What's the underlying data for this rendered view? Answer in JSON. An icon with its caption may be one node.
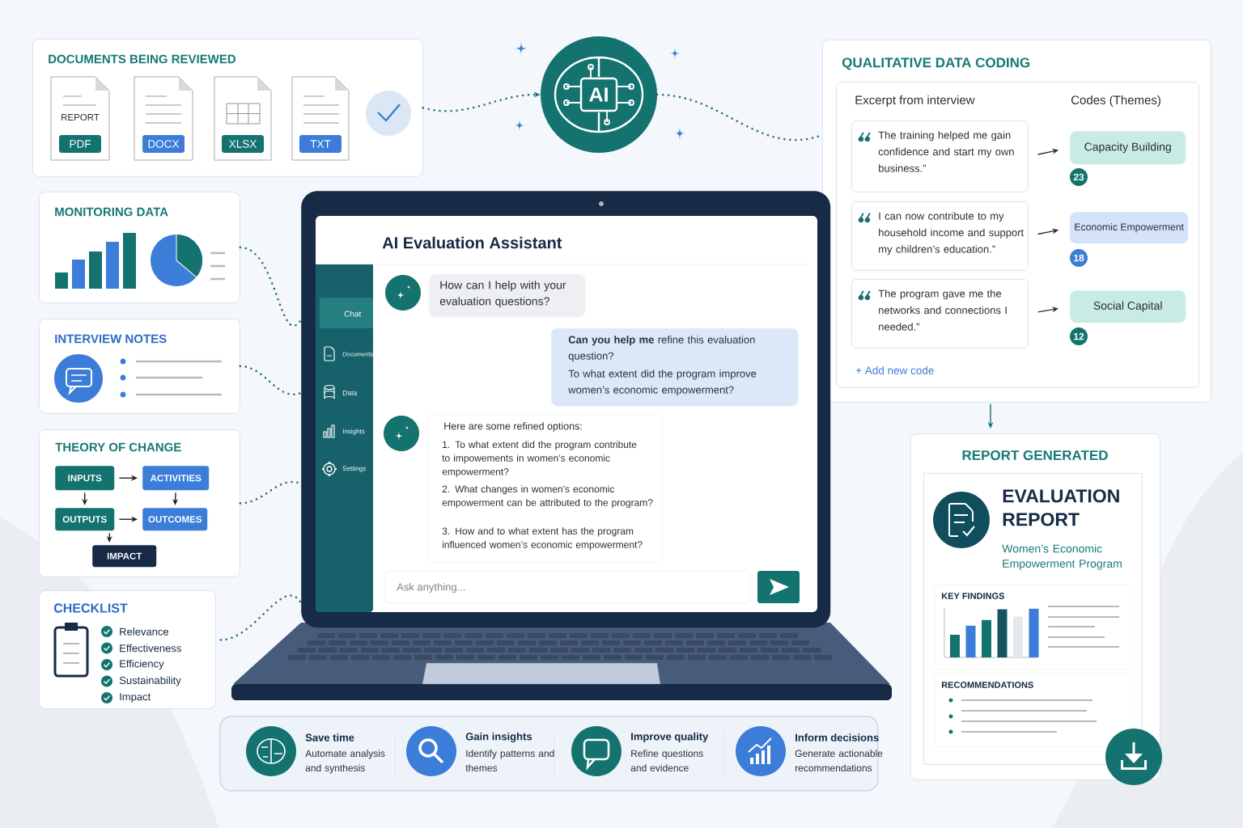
{
  "diagram": {
    "nodes": [
      {
        "text": [
          "DOCUMENTS BEING REVIEWED"
        ]
      },
      {
        "text": [
          "REPORT",
          "PDF"
        ],
        "in": 0
      },
      {
        "text": [
          "DOCX"
        ],
        "in": 0
      },
      {
        "text": [
          "XLSX"
        ],
        "in": 0
      },
      {
        "text": [
          "TXT"
        ],
        "in": 0
      },
      {
        "text": [
          "AI"
        ]
      },
      {
        "text": [
          "QUALITATIVE DATA CODING"
        ]
      },
      {
        "text": [
          "Excerpt from interview",
          "Codes (Themes)",
          "+ Add new code"
        ],
        "in": 6
      },
      {
        "text": [
          "The training helped me gain confidence and start my own business.”"
        ],
        "in": 7
      },
      {
        "text": [
          "I can now contribute to my household income and support my children’s education.”"
        ],
        "in": 7
      },
      {
        "text": [
          "The program gave me the networks and connections I needed.”"
        ],
        "in": 7
      },
      {
        "text": [
          "Capacity Building"
        ],
        "beside": [
          "23"
        ],
        "in": 7
      },
      {
        "text": [
          "Economic Empowerment"
        ],
        "beside": [
          "18"
        ],
        "in": 7
      },
      {
        "text": [
          "Social Capital"
        ],
        "beside": [
          "12"
        ],
        "in": 7
      },
      {
        "text": [
          "MONITORING DATA"
        ]
      },
      {
        "text": [
          "INTERVIEW NOTES"
        ]
      },
      {
        "text": [
          "THEORY OF CHANGE"
        ]
      },
      {
        "text": [
          "INPUTS"
        ],
        "in": 16
      },
      {
        "text": [
          "ACTIVITIES"
        ],
        "in": 16
      },
      {
        "text": [
          "OUTPUTS"
        ],
        "in": 16
      },
      {
        "text": [
          "OUTCOMES"
        ],
        "in": 16
      },
      {
        "text": [
          "IMPACT"
        ],
        "in": 16
      },
      {
        "text": [
          "CHECKLIST",
          "Relevance",
          "Effectiveness",
          "Efficiency",
          "Sustainability",
          "Impact"
        ]
      },
      {
        "text": [
          "AI Evaluation Assistant"
        ]
      },
      {
        "text": [
          "How can I help with your evaluation questions?"
        ],
        "in": 23
      },
      {
        "text": [
          "**Can you help me** refine this evaluation question?",
          "To what extent did the program improve women’s economic empowerment?"
        ],
        "in": 23
      },
      {
        "text": [
          "Here are some refined options:",
          "1. To what extent did the program contribute to impowements in women’s economic empowerment?",
          "2. What changes in women’s economic empowerment can be attributed to the program?",
          "3. How and to what extent has the program influenced women’s economic empowerment?"
        ],
        "in": 23
      },
      {
        "text": [
          "REPORT GENERATED"
        ]
      },
      {
        "text": [
          "EVALUATION REPORT",
          "Women’s Economic Empowerment Program"
        ],
        "in": 27
      },
      {
        "text": [
          "KEY FINDINGS"
        ],
        "in": 28
      },
      {
        "text": [
          "RECOMMENDATIONS"
        ],
        "in": 28
      }
    ],
    "edges": [
      {
        "from": 0,
        "to": 5,
        "arrow": "to",
        "style": "dashed"
      },
      {
        "from": 5,
        "to": 6,
        "arrow": "none",
        "style": "dashed"
      },
      {
        "from": 8,
        "to": 11,
        "arrow": "to",
        "color": "#2b2f36"
      },
      {
        "from": 9,
        "to": 12,
        "arrow": "to",
        "color": "#2b2f36"
      },
      {
        "from": 10,
        "to": 13,
        "arrow": "to",
        "color": "#2b2f36"
      },
      {
        "from": 14,
        "to": 23,
        "arrow": "none",
        "style": "dashed"
      },
      {
        "from": 15,
        "to": 23,
        "arrow": "none",
        "style": "dashed"
      },
      {
        "from": 16,
        "to": 23,
        "arrow": "none",
        "style": "dashed"
      },
      {
        "from": 22,
        "to": 23,
        "arrow": "none",
        "style": "dashed"
      },
      {
        "from": 17,
        "to": 18,
        "arrow": "to",
        "color": "#1e1e1e"
      },
      {
        "from": 17,
        "to": 19,
        "arrow": "to",
        "color": "#1e1e1e"
      },
      {
        "from": 18,
        "to": 20,
        "arrow": "to",
        "color": "#1e1e1e"
      },
      {
        "from": 19,
        "to": 20,
        "arrow": "to",
        "color": "#1e1e1e"
      },
      {
        "from": 19,
        "to": 21,
        "arrow": "to",
        "color": "#1e1e1e"
      },
      {
        "from": 6,
        "to": 27,
        "arrow": "to"
      }
    ],
    "labels": [
      "Chat",
      "Documents",
      "Data",
      "Insights",
      "Settings",
      "Ask anything...",
      "Save time",
      "Automate analysis and synthesis",
      "Gain insights",
      "Identify patterns and themes",
      "Improve quality",
      "Refine questions and evidence",
      "Inform decisions",
      "Generate actionable recommendations"
    ]
  }
}
